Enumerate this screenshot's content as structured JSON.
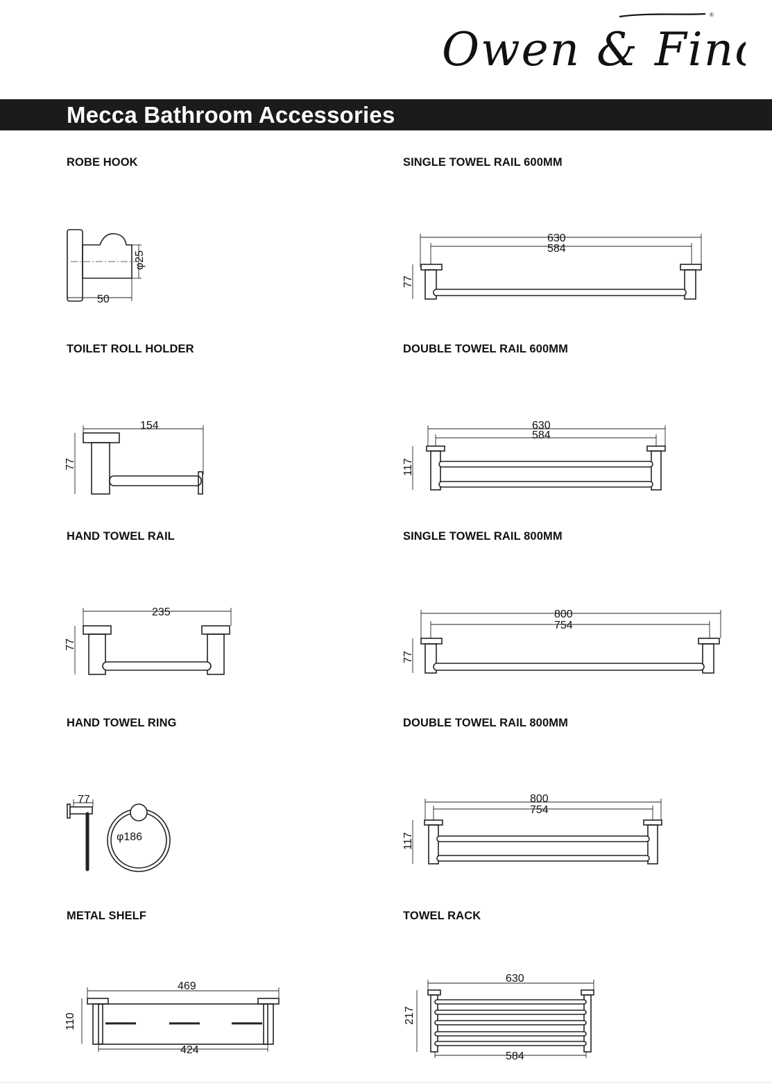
{
  "brand": {
    "logo_text": "Owen & Finch",
    "reg_mark": "®"
  },
  "page_title": "Mecca Bathroom Accessories",
  "products": [
    {
      "id": "robe-hook",
      "name": "ROBE HOOK",
      "dims": {
        "diameter": "φ25",
        "depth": "50"
      }
    },
    {
      "id": "single-towel-rail-600",
      "name": "SINGLE TOWEL RAIL 600MM",
      "dims": {
        "overall": "630",
        "centres": "584",
        "projection": "77"
      }
    },
    {
      "id": "toilet-roll-holder",
      "name": "TOILET ROLL HOLDER",
      "dims": {
        "width": "154",
        "projection": "77"
      }
    },
    {
      "id": "double-towel-rail-600",
      "name": "DOUBLE TOWEL RAIL 600MM",
      "dims": {
        "overall": "630",
        "centres": "584",
        "projection": "117"
      }
    },
    {
      "id": "hand-towel-rail",
      "name": "HAND TOWEL RAIL",
      "dims": {
        "width": "235",
        "projection": "77"
      }
    },
    {
      "id": "single-towel-rail-800",
      "name": "SINGLE TOWEL RAIL 800MM",
      "dims": {
        "overall": "800",
        "centres": "754",
        "projection": "77"
      }
    },
    {
      "id": "hand-towel-ring",
      "name": "HAND TOWEL RING",
      "dims": {
        "projection": "77",
        "diameter": "φ186"
      }
    },
    {
      "id": "double-towel-rail-800",
      "name": "DOUBLE TOWEL RAIL 800MM",
      "dims": {
        "overall": "800",
        "centres": "754",
        "projection": "117"
      }
    },
    {
      "id": "metal-shelf",
      "name": "METAL SHELF",
      "dims": {
        "overall": "469",
        "inner": "424",
        "projection": "110"
      }
    },
    {
      "id": "towel-rack",
      "name": "TOWEL RACK",
      "dims": {
        "overall": "630",
        "inner": "584",
        "projection": "217"
      }
    }
  ]
}
